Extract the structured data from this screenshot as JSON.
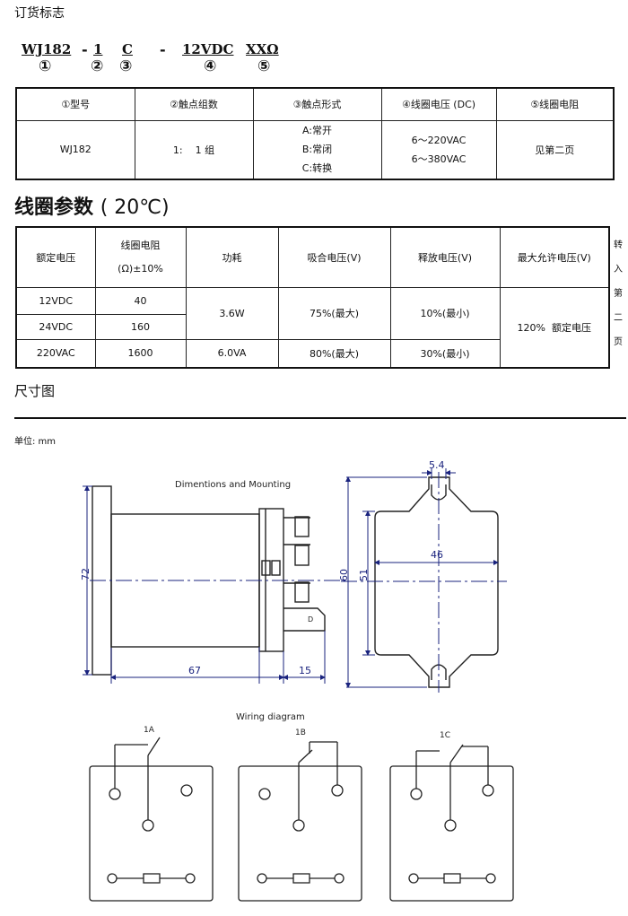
{
  "order": {
    "heading": "订货标志",
    "code": {
      "model": "WJ182",
      "dash1": "-",
      "contacts": "1",
      "form": "C",
      "dash2": "-",
      "voltage": "12VDC",
      "resistance": "XXΩ"
    },
    "markers": [
      "①",
      "②",
      "③",
      "④",
      "⑤"
    ],
    "table": {
      "headers": [
        "①型号",
        "②触点组数",
        "③触点形式",
        "④线圈电压 (DC)",
        "⑤线圈电阻"
      ],
      "model": "WJ182",
      "contacts": "1:    1 组",
      "forms": [
        "A:常开",
        "B:常闭",
        "C:转换"
      ],
      "voltages": [
        "6～220VAC",
        "6～380VAC"
      ],
      "resistance": "见第二页"
    }
  },
  "params": {
    "title": "线圈参数",
    "temp": "( 20℃)",
    "headers": {
      "rated": "额定电压",
      "coil_res_1": "线圈电阻",
      "coil_res_2": "(Ω)±10%",
      "power": "功耗",
      "pull": "吸合电压(V)",
      "release": "释放电压(V)",
      "max": "最大允许电压(V)"
    },
    "rows": [
      {
        "rated": "12VDC",
        "res": "40"
      },
      {
        "rated": "24VDC",
        "res": "160"
      },
      {
        "rated": "220VAC",
        "res": "1600"
      }
    ],
    "dc_power": "3.6W",
    "dc_pull": "75%(最大)",
    "dc_release": "10%(最小)",
    "ac_power": "6.0VA",
    "ac_pull": "80%(最大)",
    "ac_release": "30%(最小)",
    "max_voltage": "120%  额定电压",
    "side_note": [
      "转",
      "入",
      "第",
      "二",
      "页"
    ]
  },
  "dimensions": {
    "heading": "尺寸图",
    "unit": "单位: mm",
    "drawing_title": "Dimentions and Mounting",
    "dims": {
      "d72": "72",
      "d60": "60",
      "d51": "51",
      "d46": "46",
      "d54": "5.4",
      "d67": "67",
      "d15": "15"
    },
    "terminal_label": "D",
    "wiring_title": "Wiring diagram",
    "wiring_labels": [
      "1A",
      "1B",
      "1C"
    ]
  }
}
